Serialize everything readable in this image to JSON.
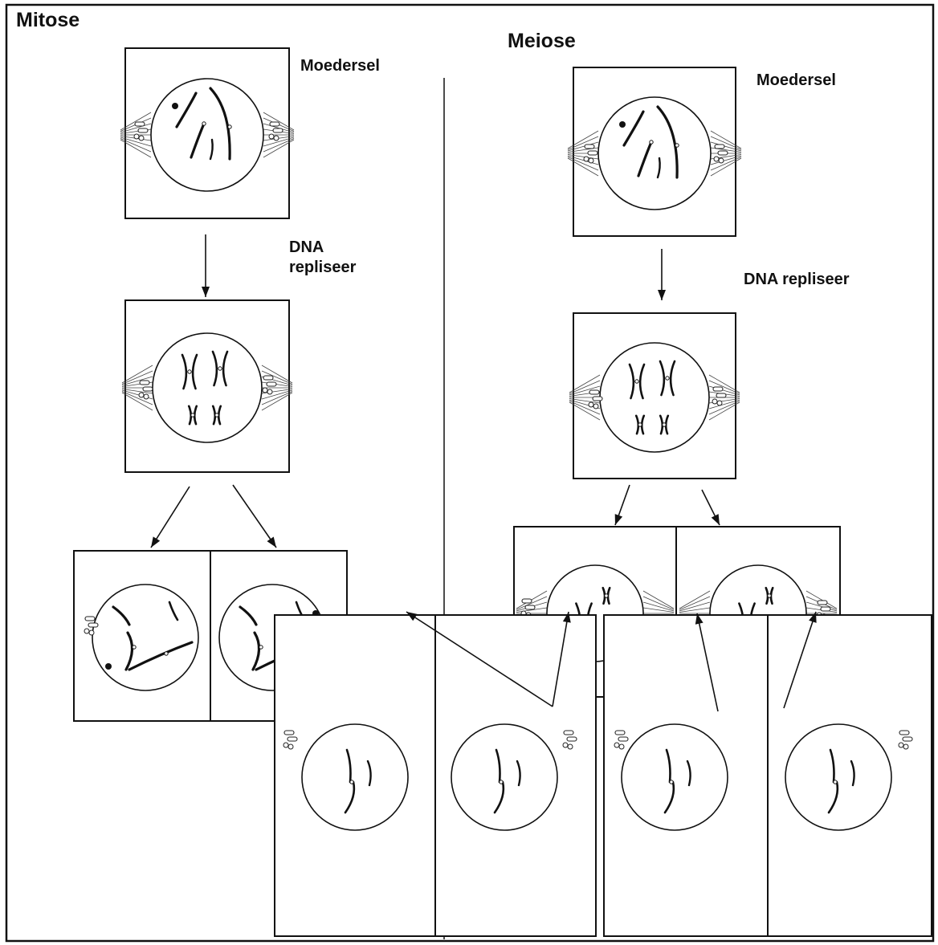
{
  "sections": {
    "mitosis": {
      "title": "Mitose",
      "mother_cell_label": "Moedersel",
      "replication_label": "DNA repliseer"
    },
    "meiosis": {
      "title": "Meiose",
      "mother_cell_label": "Moedersel",
      "replication_label": "DNA repliseer"
    }
  }
}
